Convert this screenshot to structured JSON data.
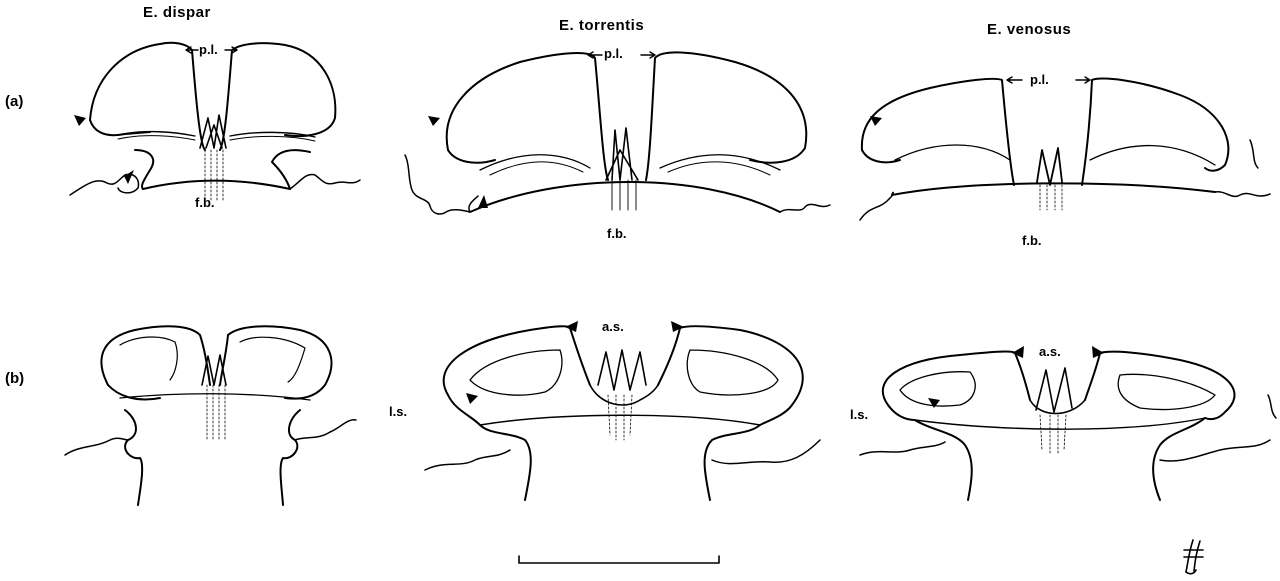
{
  "species": [
    "E. dispar",
    "E. torrentis",
    "E. venosus"
  ],
  "rows": [
    "(a)",
    "(b)"
  ],
  "abbreviations": {
    "pl": "p.l.",
    "fb": "f.b.",
    "as": "a.s.",
    "ls": "l.s."
  },
  "colors": {
    "ink": "#000000",
    "paper": "#ffffff"
  },
  "icons": [
    "arrowhead-pointer",
    "author-monogram"
  ]
}
